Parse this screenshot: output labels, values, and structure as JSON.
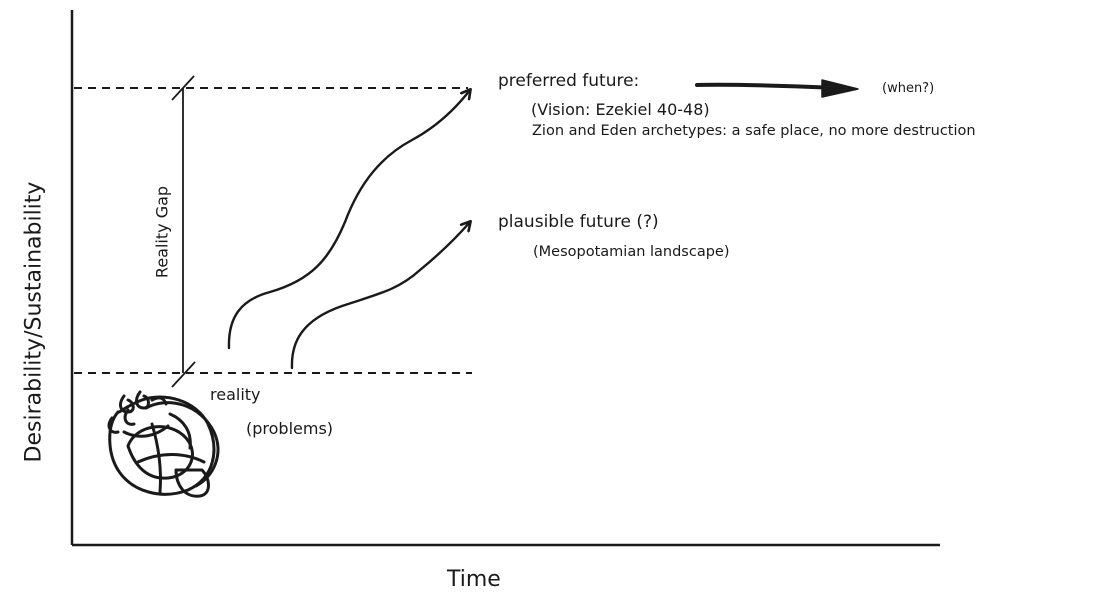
{
  "axes": {
    "x_title": "Time",
    "y_title": "Desirability/Sustainability"
  },
  "gap": {
    "label": "Reality Gap"
  },
  "preferred": {
    "title": "preferred future:",
    "when": "(when?)",
    "vision": "(Vision: Ezekiel 40-48)",
    "archetypes": "Zion and Eden archetypes: a safe place, no more destruction"
  },
  "plausible": {
    "title": "plausible future (?)",
    "subtitle": "(Mesopotamian landscape)"
  },
  "reality": {
    "title": "reality",
    "subtitle": "(problems)"
  },
  "colors": {
    "ink": "#1a1a1a",
    "background": "#ffffff"
  }
}
